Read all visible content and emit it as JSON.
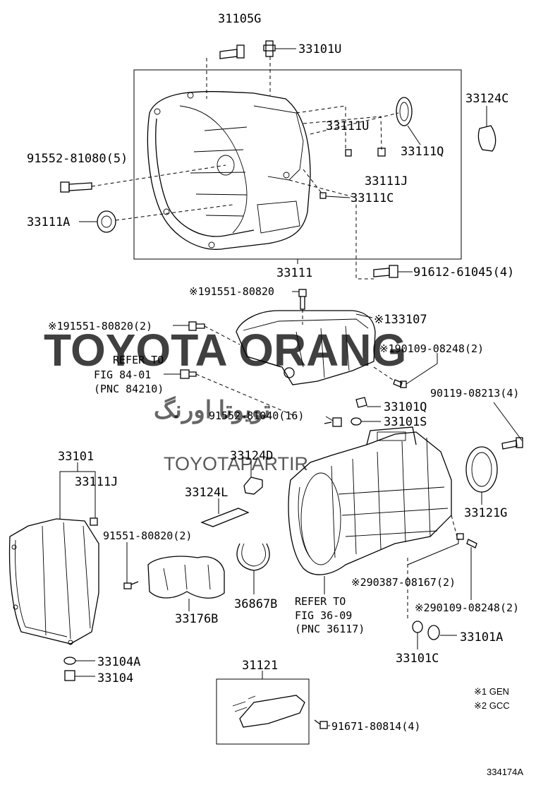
{
  "labels": {
    "l31105G": "31105G",
    "l33101U": "33101U",
    "l33124C": "33124C",
    "l33111U": "33111U",
    "l33111Q": "33111Q",
    "l91552_81080": "91552-81080(5)",
    "l33111J_top": "33111J",
    "l33111C": "33111C",
    "l33111A": "33111A",
    "l33111": "33111",
    "l91612_61045": "91612-61045(4)",
    "l91551_80820_a": "※191551-80820",
    "l33107": "※133107",
    "l91551_80820_b": "※191551-80820(2)",
    "l90109_08248_a": "※190109-08248(2)",
    "l90119_08213": "90119-08213(4)",
    "l33101Q": "33101Q",
    "l91552_81040": "91552-81040(16)",
    "l33101S": "33101S",
    "l33101": "33101",
    "l33111J_bot": "33111J",
    "l33124D": "33124D",
    "l33124L": "33124L",
    "l33121G": "33121G",
    "l91551_80820_c": "91551-80820(2)",
    "l90387_08167": "※290387-08167(2)",
    "l90109_08248_b": "※290109-08248(2)",
    "l36867B": "36867B",
    "l33176B": "33176B",
    "l33101A": "33101A",
    "l33101C": "33101C",
    "l33104A": "33104A",
    "l33104": "33104",
    "l31121": "31121",
    "l91671_80814": "91671-80814(4)"
  },
  "refer_84": {
    "line1": "REFER TO",
    "line2": "FIG 84-01",
    "line3": "(PNC 84210)"
  },
  "refer_36": {
    "line1": "REFER TO",
    "line2": "FIG 36-09",
    "line3": "(PNC 36117)"
  },
  "notes": {
    "gen": "※1 GEN",
    "gcc": "※2 GCC"
  },
  "figure_id": "334174A",
  "watermark": {
    "main": "TOYOTA ORANG",
    "arabic": "تويوتا اورنگ",
    "sub": "TOYOTAPARTIR",
    "color": "#e8737a"
  }
}
